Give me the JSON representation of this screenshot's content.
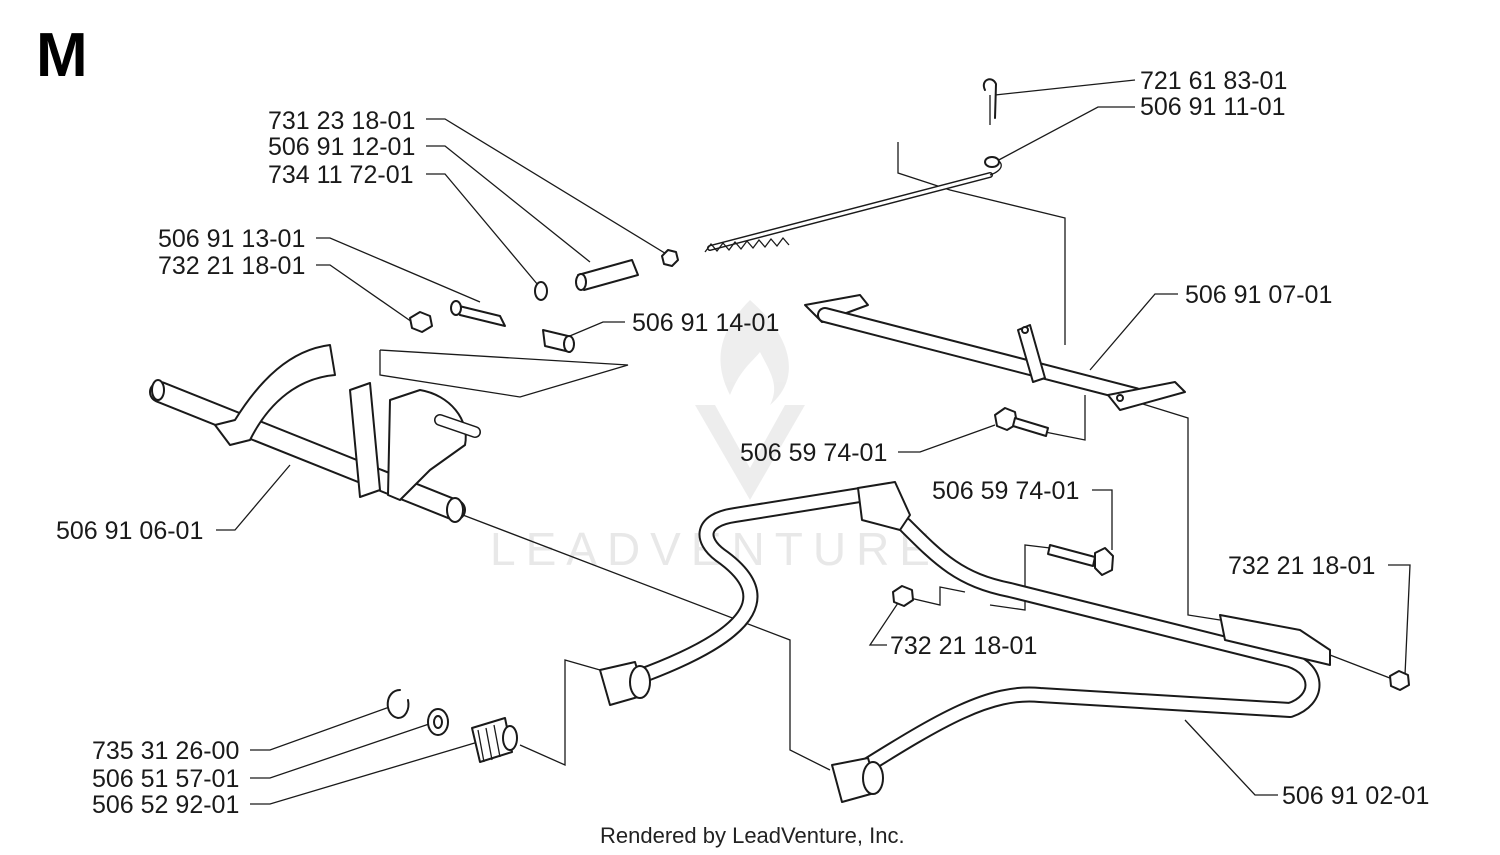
{
  "section_letter": "M",
  "watermark_text": "LEADVENTURE",
  "footer_text": "Rendered by LeadVenture, Inc.",
  "part_labels": [
    "721 61 83-01",
    "506 91 11-01",
    "731 23 18-01",
    "506 91 12-01",
    "734 11 72-01",
    "506 91 13-01",
    "732 21 18-01",
    "506 91 14-01",
    "506 91 07-01",
    "506 59 74-01",
    "506 59 74-01",
    "506 91 06-01",
    "732 21 18-01",
    "732 21 18-01",
    "735 31 26-00",
    "506 51 57-01",
    "506 52 92-01",
    "506 91 02-01"
  ]
}
